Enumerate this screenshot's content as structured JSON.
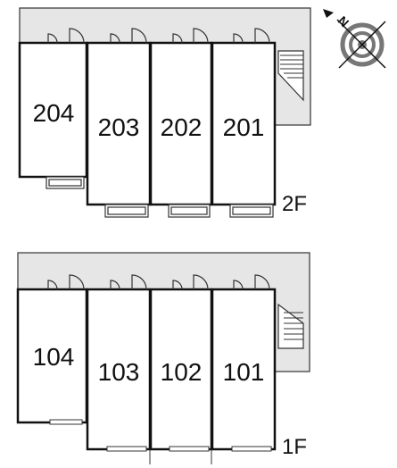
{
  "floors": [
    {
      "label": "2F",
      "units": [
        "201",
        "202",
        "203",
        "204"
      ]
    },
    {
      "label": "1F",
      "units": [
        "101",
        "102",
        "103",
        "104"
      ]
    }
  ],
  "compass": {
    "label": "N",
    "icon": "compass-icon"
  },
  "colors": {
    "corridor": "#e6e6e6",
    "wall": "#111111",
    "line": "#222222"
  }
}
